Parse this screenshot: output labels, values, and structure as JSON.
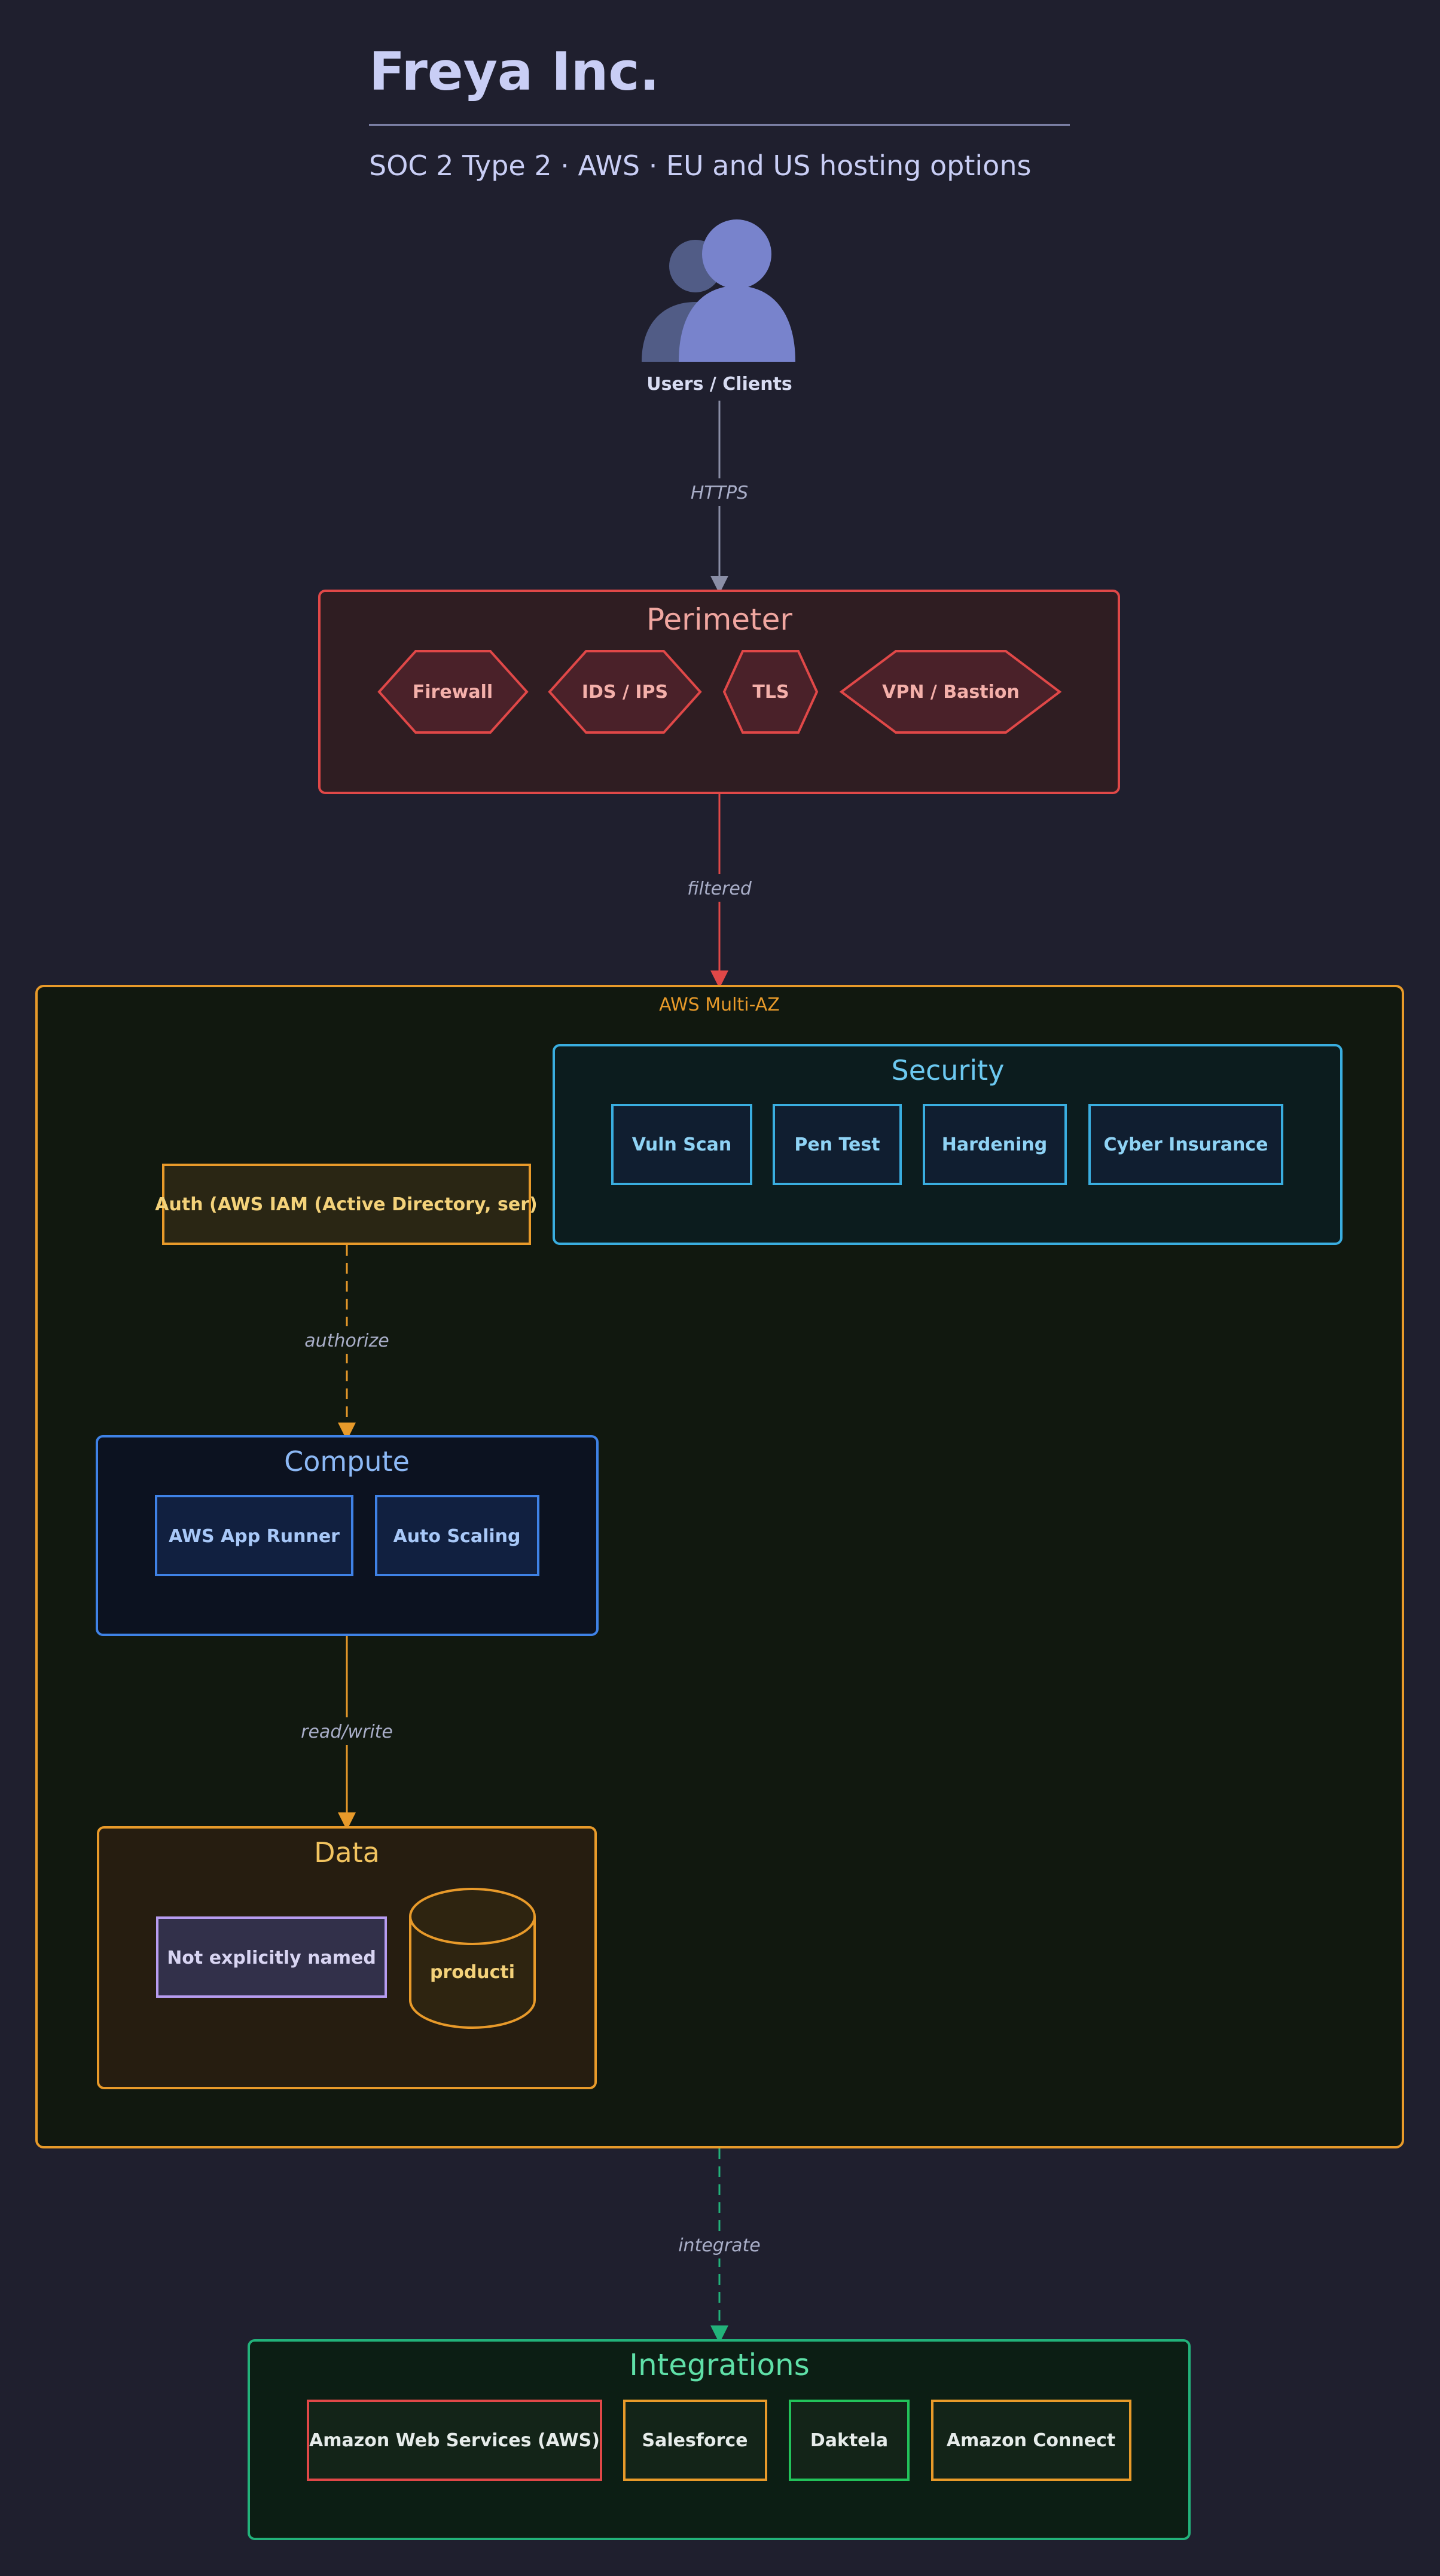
{
  "header": {
    "title": "Freya Inc.",
    "subtitle": "SOC 2 Type 2 · AWS · EU and US hosting options"
  },
  "actor": {
    "label": "Users / Clients",
    "icon": "users-icon"
  },
  "edges": {
    "https": "HTTPS",
    "filtered": "filtered",
    "authorize": "authorize",
    "read_write": "read/write",
    "integrate": "integrate"
  },
  "perimeter": {
    "title": "Perimeter",
    "items": [
      "Firewall",
      "IDS / IPS",
      "TLS",
      "VPN / Bastion"
    ]
  },
  "aws": {
    "label": "AWS Multi-AZ"
  },
  "security": {
    "title": "Security",
    "items": [
      "Vuln Scan",
      "Pen Test",
      "Hardening",
      "Cyber Insurance"
    ]
  },
  "auth": {
    "label": "Auth (AWS IAM (Active Directory, ser)"
  },
  "compute": {
    "title": "Compute",
    "items": [
      "AWS App Runner",
      "Auto Scaling"
    ]
  },
  "data": {
    "title": "Data",
    "store_label": "Not explicitly named",
    "db_label": "producti"
  },
  "integrations": {
    "title": "Integrations",
    "items": [
      "Amazon Web Services (AWS)",
      "Salesforce",
      "Daktela",
      "Amazon Connect"
    ]
  },
  "colors": {
    "background": "#1f1f2e",
    "perimeter": "#e04848",
    "aws": "#e89a2a",
    "security": "#3aaee0",
    "compute": "#3f82e6",
    "data": "#e89a2a",
    "integrations": "#22b27a"
  }
}
